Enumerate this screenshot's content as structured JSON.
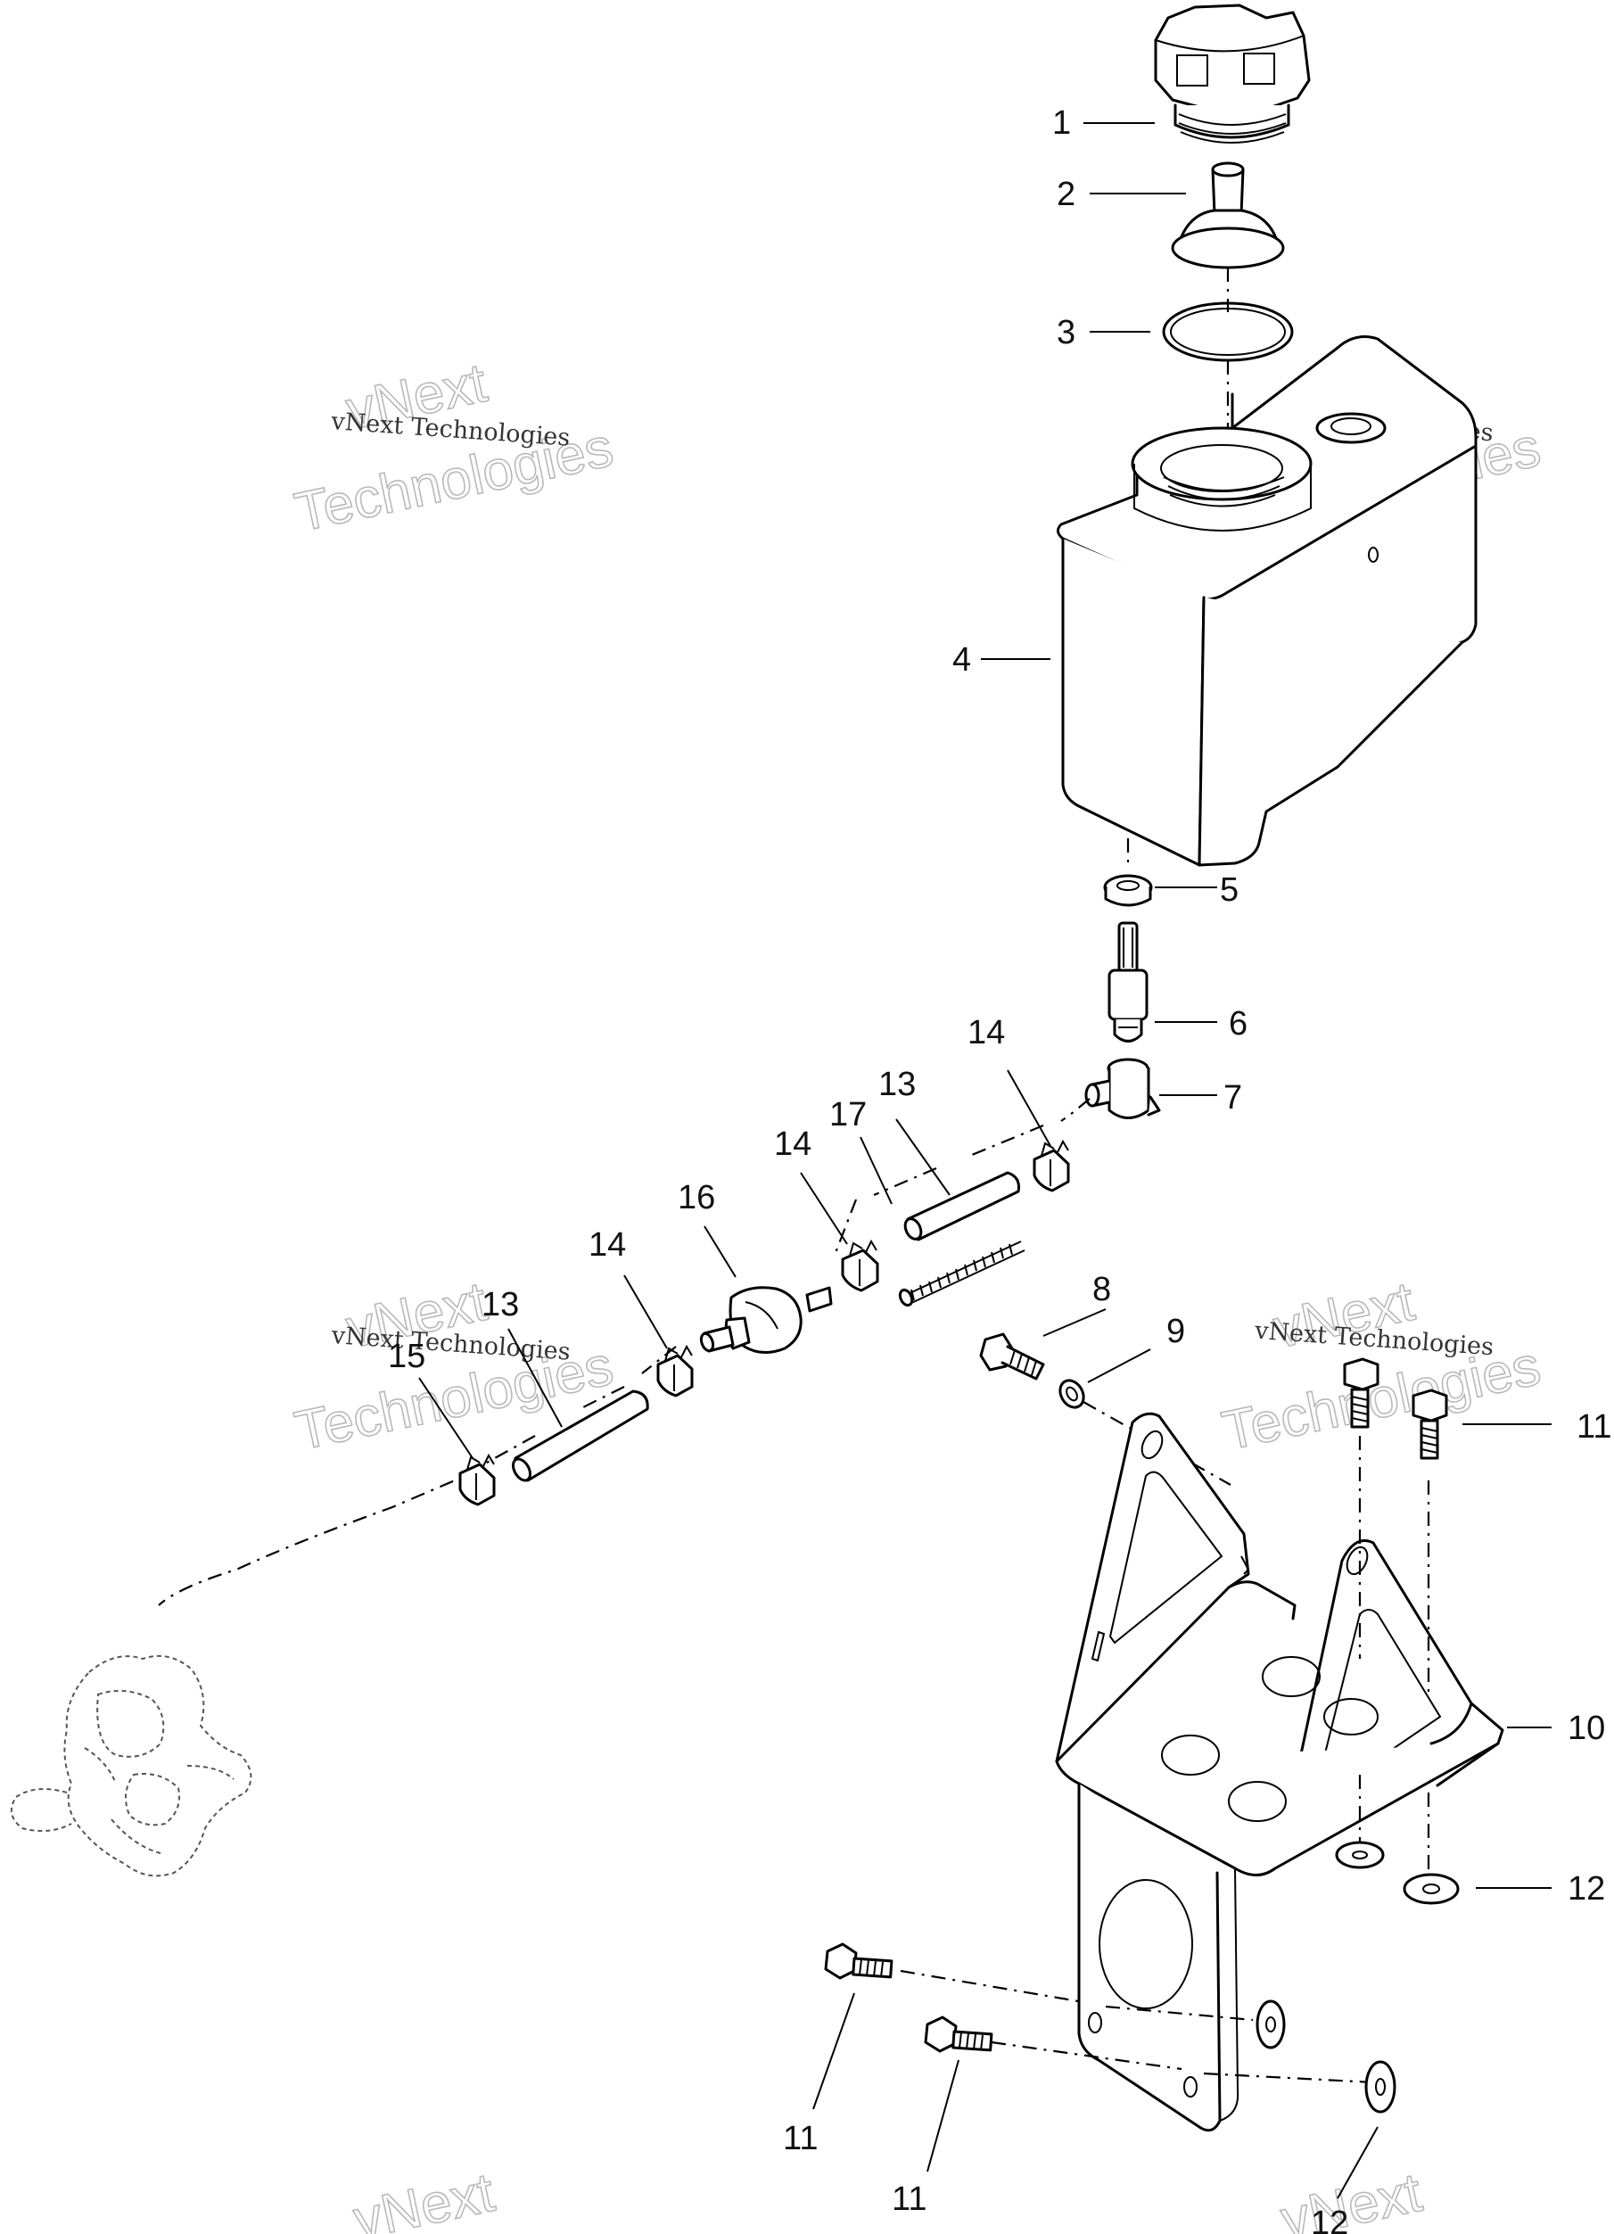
{
  "watermark": {
    "line1": "vNext",
    "line2": "Technologies",
    "full": "vNext Technologies"
  },
  "callouts": {
    "c1": "1",
    "c2": "2",
    "c3": "3",
    "c4": "4",
    "c5": "5",
    "c6": "6",
    "c7": "7",
    "c8": "8",
    "c9": "9",
    "c10": "10",
    "c11a": "11",
    "c11b": "11",
    "c11c": "11",
    "c12a": "12",
    "c12b": "12",
    "c13a": "13",
    "c13b": "13",
    "c14a": "14",
    "c14b": "14",
    "c14c": "14",
    "c15": "15",
    "c16": "16",
    "c17": "17"
  },
  "colors": {
    "line": "#000000",
    "background": "#ffffff",
    "watermark": "#b9b9b9"
  }
}
